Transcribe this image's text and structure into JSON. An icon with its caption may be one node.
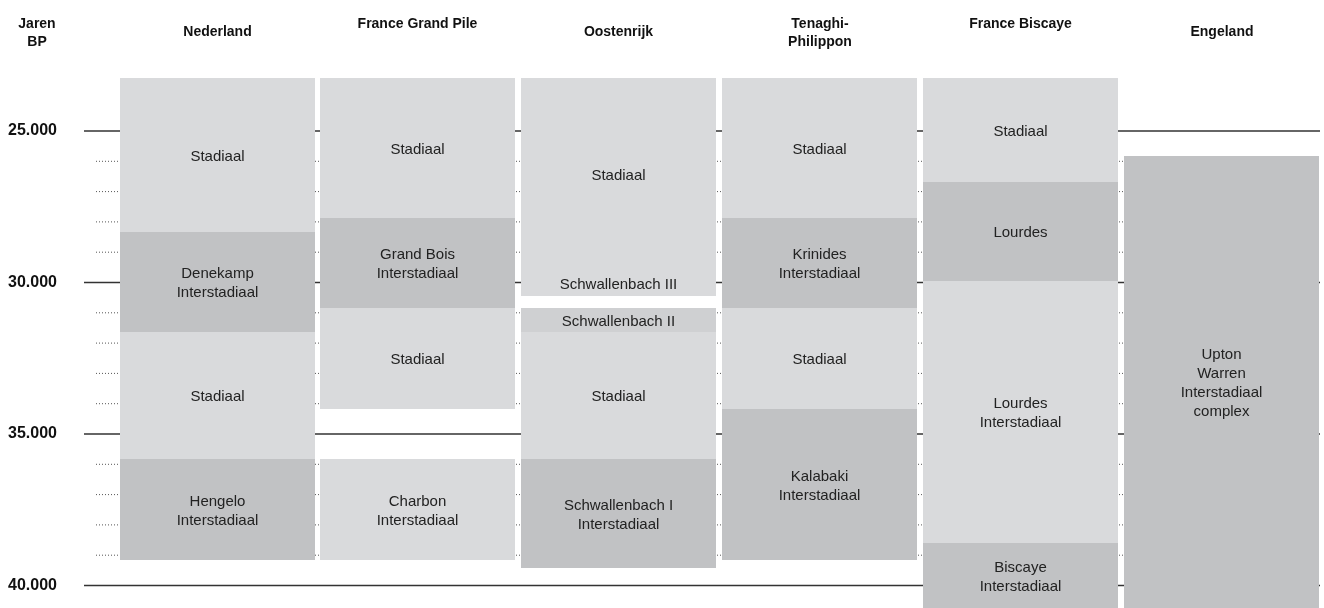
{
  "diagram": {
    "nodes": [
      {
        "text": [
          "Stadiaal"
        ]
      },
      {
        "text": [
          "Denekamp Interstadiaal"
        ]
      },
      {
        "text": [
          "Stadiaal"
        ]
      },
      {
        "text": [
          "Hengelo Interstadiaal"
        ]
      },
      {
        "text": [
          "Stadiaal"
        ]
      },
      {
        "text": [
          "Grand Bois Interstadiaal"
        ]
      },
      {
        "text": [
          "Stadiaal"
        ]
      },
      {
        "text": [
          "Charbon Interstadiaal"
        ]
      },
      {
        "text": [
          "Stadiaal"
        ]
      },
      {
        "text": [
          "Schwallenbach III"
        ]
      },
      {
        "text": [
          "Schwallenbach II"
        ]
      },
      {
        "text": [
          "Stadiaal"
        ]
      },
      {
        "text": [
          "Schwallenbach I Interstadiaal"
        ]
      },
      {
        "text": [
          "Stadiaal"
        ]
      },
      {
        "text": [
          "Krinides Interstadiaal"
        ]
      },
      {
        "text": [
          "Stadiaal"
        ]
      },
      {
        "text": [
          "Kalabaki Interstadiaal"
        ]
      },
      {
        "text": [
          "Stadiaal"
        ]
      },
      {
        "text": [
          "Lourdes"
        ]
      },
      {
        "text": [
          "Lourdes Interstadiaal"
        ]
      },
      {
        "text": [
          "Biscaye Interstadiaal"
        ]
      },
      {
        "text": [
          "Upton Warren Interstadiaal complex"
        ]
      }
    ],
    "labels": [
      "Jaren BP",
      "Nederland",
      "France Grand Pile",
      "Oostenrijk",
      "Tenaghi-Philippon",
      "France Biscaye",
      "Engeland",
      "25.000",
      "30.000",
      "35.000",
      "40.000"
    ]
  }
}
